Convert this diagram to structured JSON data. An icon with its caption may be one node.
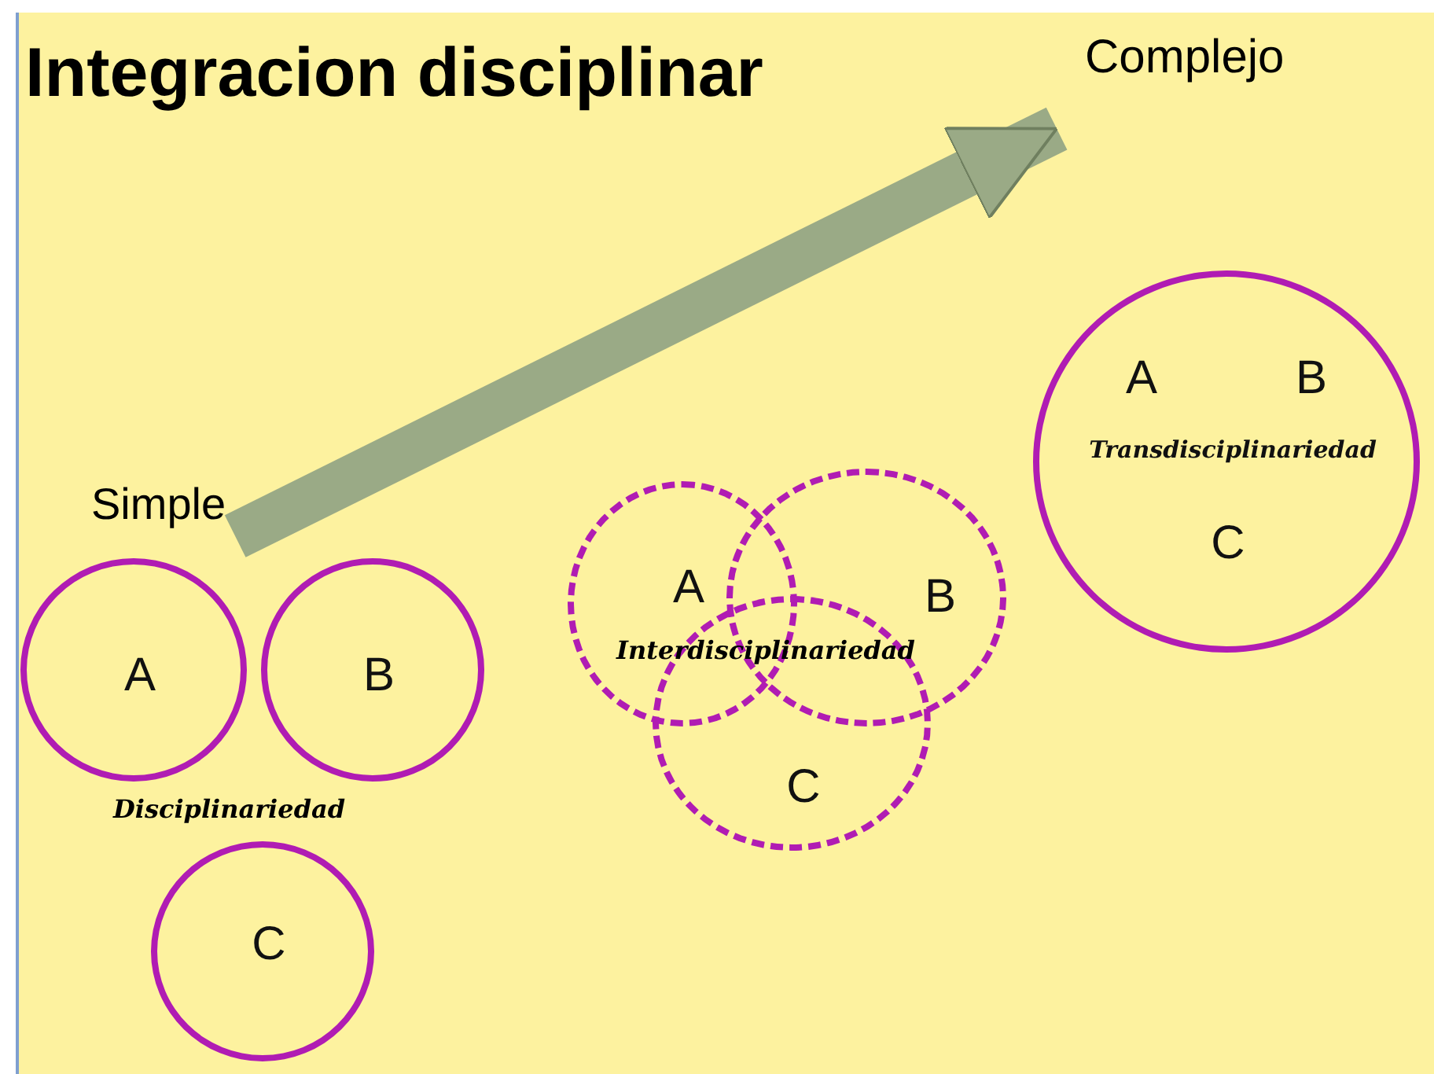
{
  "diagram": {
    "title": "Integracion disciplinar",
    "nodes": [
      {
        "text": [
          "Simple"
        ]
      },
      {
        "text": [
          "Complejo"
        ]
      },
      {
        "text": [
          "A"
        ]
      },
      {
        "text": [
          "B"
        ]
      },
      {
        "text": [
          "C"
        ]
      },
      {
        "text": [
          "A"
        ]
      },
      {
        "text": [
          "B"
        ]
      },
      {
        "text": [
          "C"
        ]
      },
      {
        "text": [
          "A",
          "B",
          "Transdisciplinariedad",
          "C"
        ]
      }
    ],
    "edges": [
      {
        "from": 0,
        "to": 1,
        "arrow": "to"
      }
    ],
    "labels": [
      "Disciplinariedad",
      "Interdisciplinariedad"
    ]
  }
}
